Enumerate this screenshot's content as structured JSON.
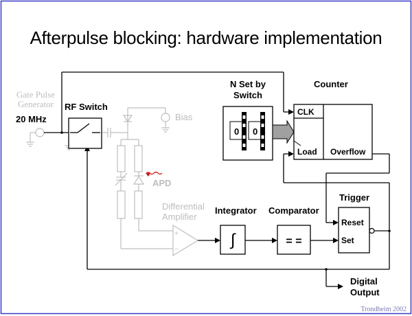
{
  "slide": {
    "title": "Afterpulse blocking: hardware implementation",
    "footer": "Trondheim 2002"
  },
  "labels": {
    "gate_pulse_generator": "Gate Pulse Generator",
    "gate_pulse_frequency": "20 MHz",
    "rf_switch": "RF Switch",
    "bias": "Bias",
    "apd": "APD",
    "differential_amplifier": "Differential Amplifier",
    "integrator": "Integrator",
    "comparator": "Comparator",
    "n_set_by_switch": "N Set by Switch",
    "counter": "Counter",
    "trigger": "Trigger",
    "digital_output": "Digital Output"
  },
  "counter_ports": {
    "clk": "CLK",
    "load": "Load",
    "overflow": "Overflow"
  },
  "trigger_ports": {
    "reset": "Reset",
    "set": "Set"
  },
  "dip_switch": {
    "digits": [
      "0",
      "0"
    ]
  },
  "comparator_symbol": "= =",
  "integrator_symbol": "∫",
  "amplifier_signs": {
    "plus": "+",
    "minus": "−"
  },
  "colors": {
    "border": "#3a3ac8",
    "active": "#000000",
    "inactive": "#bdbdbd",
    "arrow_fill": "#a0a0a0",
    "footer": "#7a7ab0"
  }
}
